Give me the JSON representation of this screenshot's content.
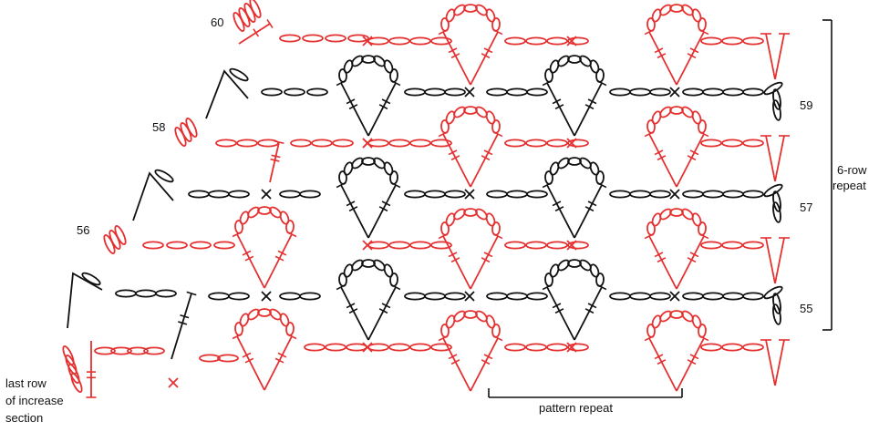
{
  "row_labels": {
    "r60": "60",
    "r59": "59",
    "r58": "58",
    "r57": "57",
    "r56": "56",
    "r55": "55"
  },
  "repeat_label": {
    "line1": "6-row",
    "line2": "repeat"
  },
  "pattern_repeat_label": "pattern repeat",
  "increase_note": {
    "line1": "last row",
    "line2": "of increase",
    "line3": "section"
  },
  "colors": {
    "red": "#e53030",
    "black": "#111111"
  }
}
